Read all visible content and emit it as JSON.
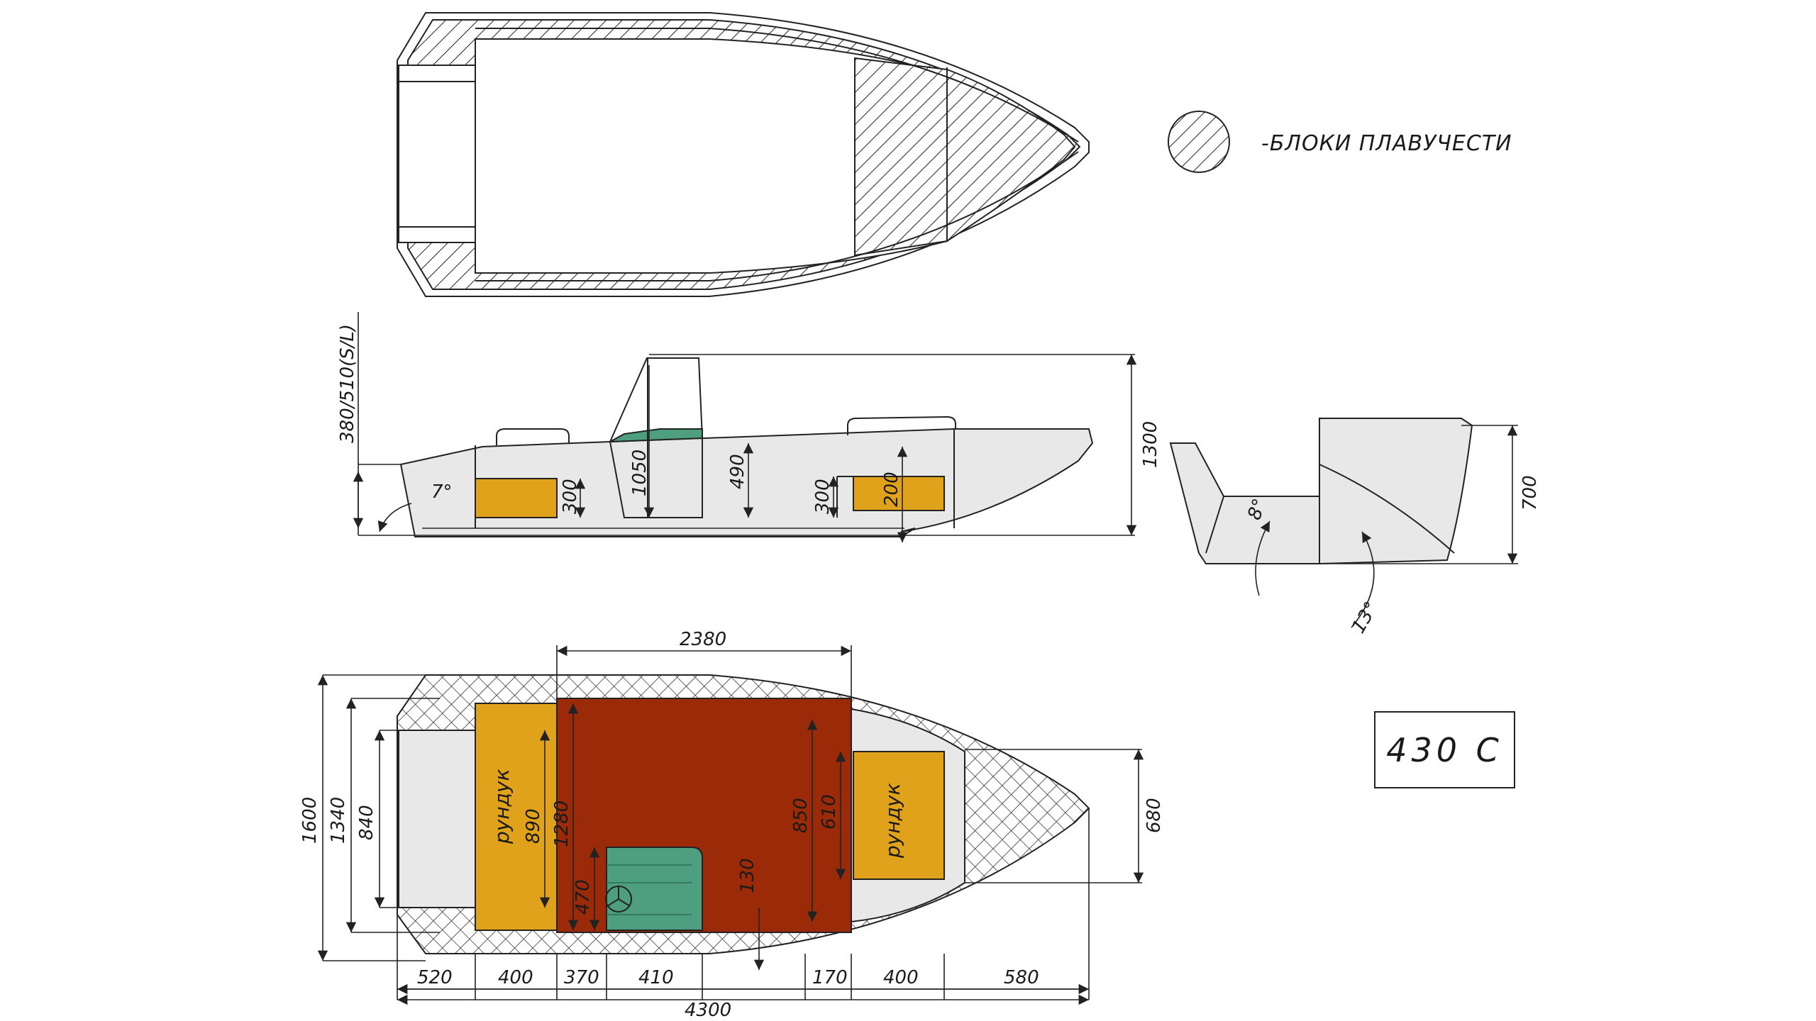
{
  "legend": {
    "label": "-БЛОКИ ПЛАВУЧЕСТИ"
  },
  "model": "430 C",
  "side_view": {
    "transom_height": "380/510(S/L)",
    "overall_height": "1300",
    "windshield_height": "1050",
    "console_height": "490",
    "seat_height_aft": "300",
    "seat_height_fwd": "300",
    "locker_height": "200",
    "transom_angle": "7°"
  },
  "section_view": {
    "height": "700",
    "angle_bottom": "8°",
    "angle_chine": "13°"
  },
  "plan_view": {
    "locker_label": "рундук",
    "dims": {
      "overall_width": "1600",
      "inner_width": "1340",
      "transom_seat_width": "840",
      "aft_locker_width": "890",
      "cockpit_width": "1280",
      "console_width": "470",
      "console_offset": "130",
      "fwd_width": "850",
      "fwd_locker_width": "610",
      "bow_width": "680",
      "cockpit_length": "2380",
      "overall_length": "4300",
      "seg_520": "520",
      "seg_400a": "400",
      "seg_370": "370",
      "seg_410": "410",
      "seg_170": "170",
      "seg_400b": "400",
      "seg_580": "580"
    }
  },
  "colors": {
    "locker": "#E0A21A",
    "floor": "#9A2A08",
    "console": "#4E9E80",
    "hull": "#E8E8E8",
    "line": "#222222"
  }
}
